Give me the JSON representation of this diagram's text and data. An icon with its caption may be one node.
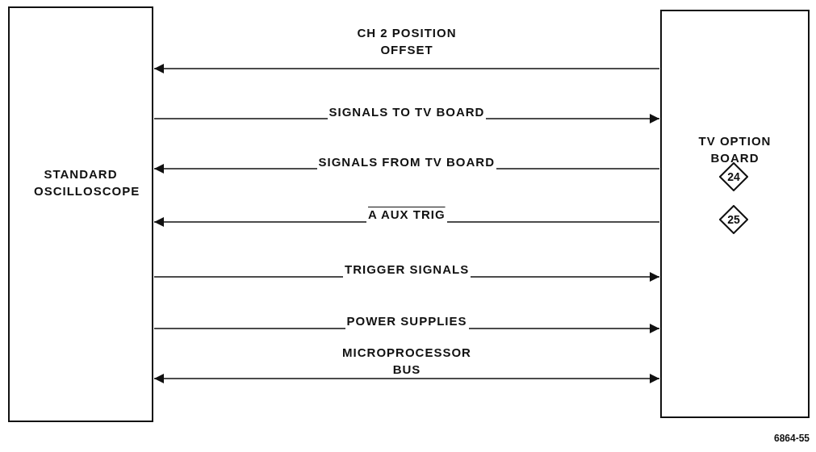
{
  "diagram": {
    "nodes": [
      {
        "text": [
          "STANDARD OSCILLOSCOPE"
        ]
      },
      {
        "text": [
          "TV OPTION BOARD"
        ]
      },
      {
        "text": [
          "24"
        ],
        "in": 1
      },
      {
        "text": [
          "25"
        ],
        "in": 1
      }
    ],
    "edges": [
      {
        "from": 1,
        "to": 0,
        "arrow": "to",
        "label": "CH 2 POSITION OFFSET"
      },
      {
        "from": 0,
        "to": 1,
        "arrow": "to",
        "label": "SIGNALS TO TV BOARD"
      },
      {
        "from": 1,
        "to": 0,
        "arrow": "to",
        "label": "SIGNALS FROM TV BOARD"
      },
      {
        "from": 1,
        "to": 0,
        "arrow": "to",
        "label": "A AUX TRIG"
      },
      {
        "from": 0,
        "to": 1,
        "arrow": "to",
        "label": "TRIGGER SIGNALS"
      },
      {
        "from": 0,
        "to": 1,
        "arrow": "to",
        "label": "POWER SUPPLIES"
      },
      {
        "from": 0,
        "to": 1,
        "arrow": "both",
        "label": "MICROPROCESSOR BUS"
      }
    ],
    "labels": [
      "6864-55"
    ]
  }
}
